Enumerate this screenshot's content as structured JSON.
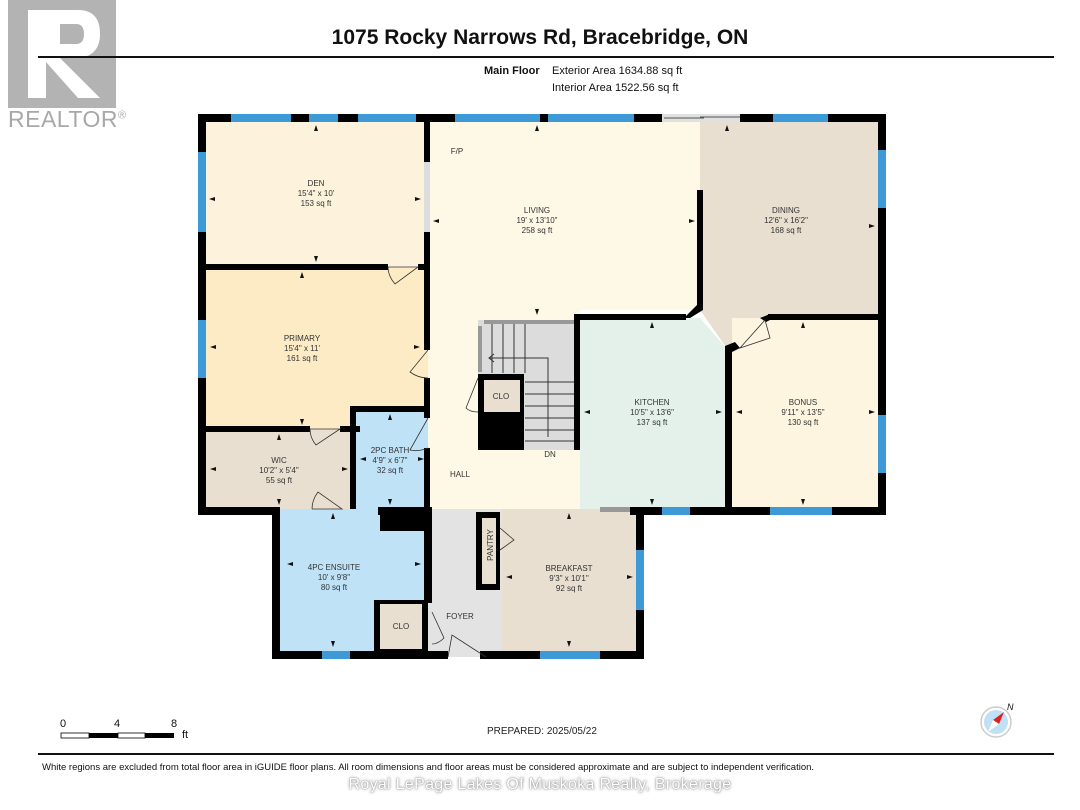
{
  "logo": {
    "text": "REALTOR",
    "mark": "®"
  },
  "header": {
    "title": "1075 Rocky Narrows Rd, Bracebridge, ON",
    "floor_label": "Main Floor",
    "exterior_area": "Exterior Area 1634.88 sq ft",
    "interior_area": "Interior Area 1522.56 sq ft"
  },
  "colors": {
    "wall": "#000000",
    "window": "#3e9ad6",
    "den": "#fdf3dc",
    "living": "#fef8e6",
    "dining": "#e9dfd0",
    "primary": "#fdebc6",
    "wic": "#e9dfd0",
    "bath": "#bfe2f7",
    "kitchen": "#e3f1ea",
    "bonus": "#fef5e0",
    "foyer": "#e3e3e3",
    "breakfast": "#e9dfd0"
  },
  "rooms": {
    "den": {
      "name": "DEN",
      "dims": "15'4\" x 10'",
      "area": "153 sq ft"
    },
    "living": {
      "name": "LIVING",
      "dims": "19' x 13'10\"",
      "area": "258 sq ft"
    },
    "dining": {
      "name": "DINING",
      "dims": "12'6\" x 16'2\"",
      "area": "168 sq ft"
    },
    "primary": {
      "name": "PRIMARY",
      "dims": "15'4\" x 11'",
      "area": "161 sq ft"
    },
    "wic": {
      "name": "WIC",
      "dims": "10'2\" x 5'4\"",
      "area": "55 sq ft"
    },
    "bath2pc": {
      "name": "2PC BATH",
      "dims": "4'9\" x 6'7\"",
      "area": "32 sq ft"
    },
    "kitchen": {
      "name": "KITCHEN",
      "dims": "10'5\" x 13'6\"",
      "area": "137 sq ft"
    },
    "bonus": {
      "name": "BONUS",
      "dims": "9'11\" x 13'5\"",
      "area": "130 sq ft"
    },
    "ensuite": {
      "name": "4PC ENSUITE",
      "dims": "10' x 9'8\"",
      "area": "80 sq ft"
    },
    "breakfast": {
      "name": "BREAKFAST",
      "dims": "9'3\" x 10'1\"",
      "area": "92 sq ft"
    }
  },
  "labels": {
    "fp": "F/P",
    "hall": "HALL",
    "dn": "DN",
    "clo_stair": "CLO",
    "clo_foyer": "CLO",
    "foyer": "FOYER",
    "pantry": "PANTRY"
  },
  "scale_bar": {
    "ticks": [
      "0",
      "4",
      "8"
    ],
    "unit": "ft"
  },
  "prepared": "PREPARED: 2025/05/22",
  "compass": {
    "north_label": "N"
  },
  "footer": {
    "disclaimer": "White regions are excluded from total floor area in iGUIDE floor plans. All room dimensions and floor areas must be considered approximate and are subject to independent verification.",
    "brokerage": "Royal LePage Lakes Of Muskoka Realty, Brokerage"
  }
}
